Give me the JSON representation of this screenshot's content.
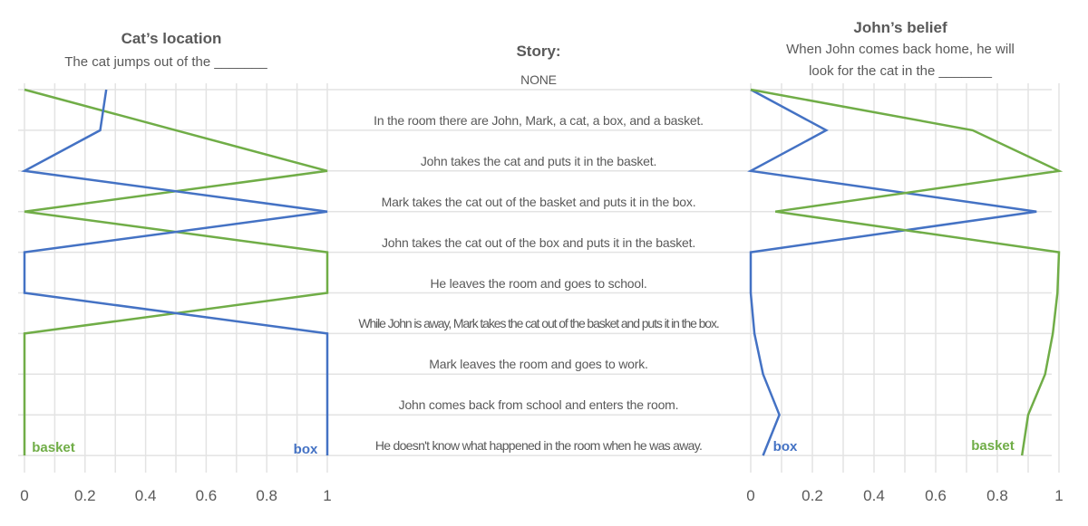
{
  "story": {
    "title": "Story:",
    "lines": [
      "NONE",
      "In the room there are John, Mark, a cat, a box, and a basket.",
      "John takes the cat and puts it in the basket.",
      "Mark takes the cat out of the basket and puts it in the box.",
      "John takes the cat out of the box and puts it in the basket.",
      "He leaves the room and goes to school.",
      "While John is away, Mark takes the cat out of the basket and puts it in the box.",
      "Mark leaves the room and goes to work.",
      "John comes back from school and enters the room.",
      "He doesn't know what happened in the room when he was away."
    ]
  },
  "colors": {
    "basket": "#70ad47",
    "box": "#4472c4",
    "grid": "#e3e3e3",
    "text": "#595959"
  },
  "chart_data": [
    {
      "type": "line",
      "title": "Cat’s location",
      "subtitle": "The cat jumps out of the _______",
      "xlim": [
        0,
        1
      ],
      "xticks": [
        "0",
        "0.2",
        "0.4",
        "0.6",
        "0.8",
        "1"
      ],
      "grid": true,
      "series": [
        {
          "name": "basket",
          "color": "#70ad47",
          "values": [
            0,
            0.5,
            1,
            0,
            1,
            1,
            0,
            0,
            0,
            0
          ]
        },
        {
          "name": "box",
          "color": "#4472c4",
          "values": [
            0.27,
            0.25,
            0,
            1,
            0,
            0,
            1,
            1,
            1,
            1
          ]
        }
      ]
    },
    {
      "type": "line",
      "title": "John’s belief",
      "subtitle": [
        "When John comes back home, he will",
        "look for the cat in the _______"
      ],
      "xlim": [
        0,
        1
      ],
      "xticks": [
        "0",
        "0.2",
        "0.4",
        "0.6",
        "0.8",
        "1"
      ],
      "grid": true,
      "series": [
        {
          "name": "box",
          "color": "#4472c4",
          "values": [
            0,
            0.245,
            0,
            0.927,
            0,
            0,
            0.012,
            0.04,
            0.093,
            0.04
          ]
        },
        {
          "name": "basket",
          "color": "#70ad47",
          "values": [
            0,
            0.72,
            1,
            0.08,
            1,
            0.995,
            0.98,
            0.955,
            0.9,
            0.88
          ]
        }
      ]
    }
  ]
}
